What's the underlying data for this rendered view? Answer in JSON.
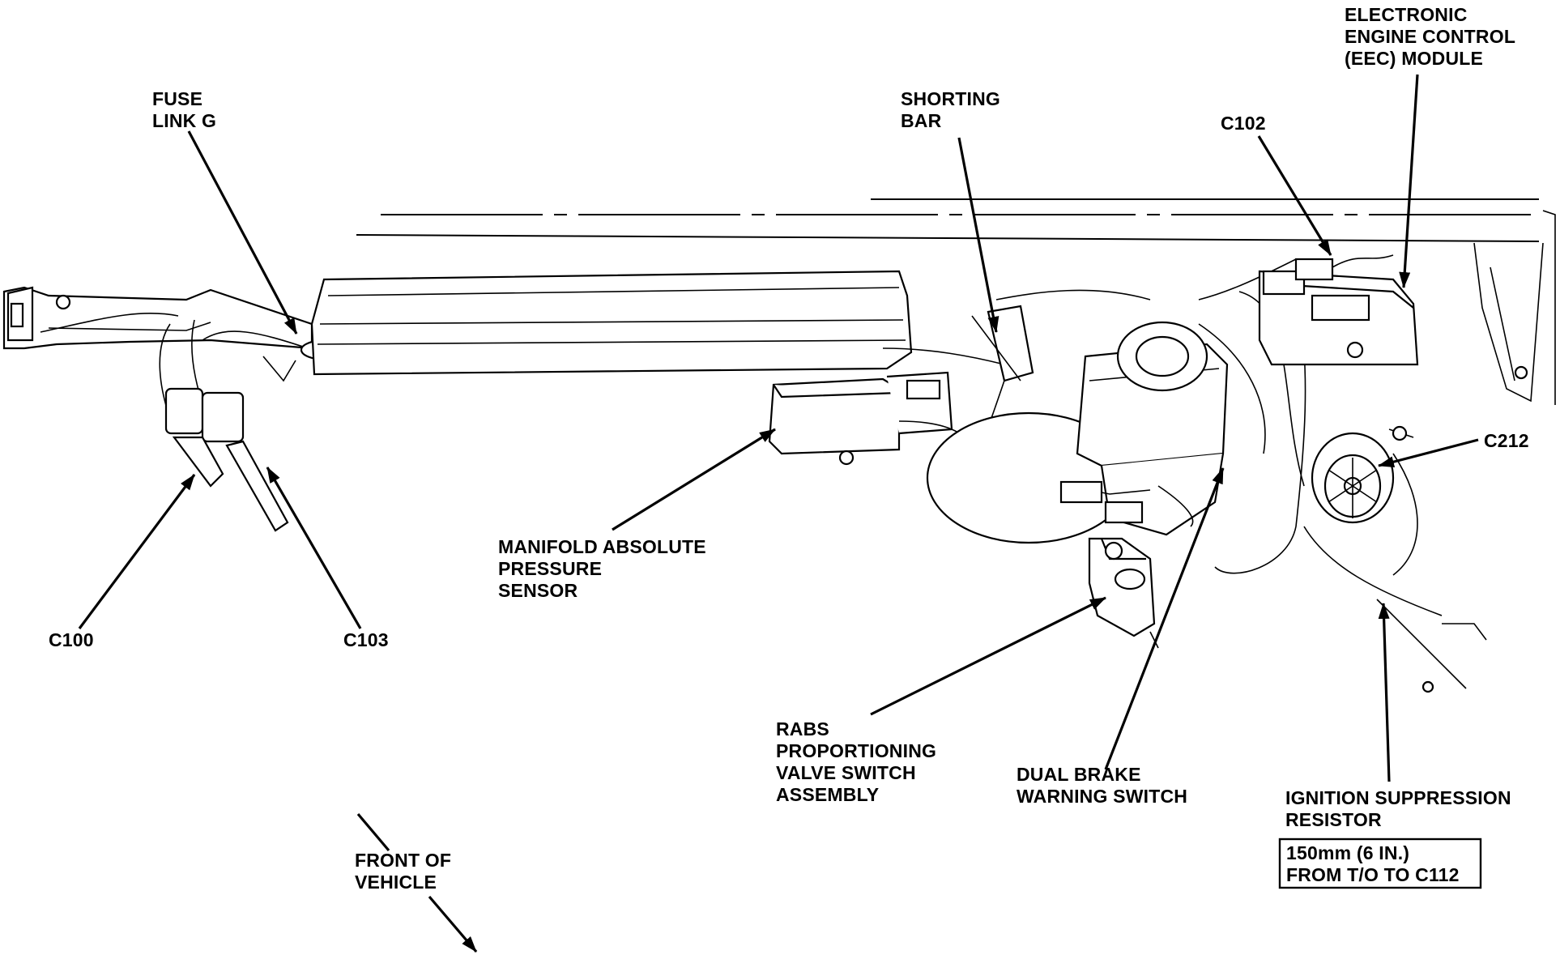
{
  "labels": {
    "eec_module": [
      "ELECTRONIC",
      "ENGINE CONTROL",
      "(EEC) MODULE"
    ],
    "fuse_link": [
      "FUSE",
      "LINK G"
    ],
    "shorting_bar": [
      "SHORTING",
      "BAR"
    ],
    "c102": "C102",
    "c212": "C212",
    "c100": "C100",
    "c103": "C103",
    "map_sensor": [
      "MANIFOLD ABSOLUTE",
      "PRESSURE",
      "SENSOR"
    ],
    "rabs_valve": [
      "RABS",
      "PROPORTIONING",
      "VALVE SWITCH",
      "ASSEMBLY"
    ],
    "dual_brake": [
      "DUAL BRAKE",
      "WARNING SWITCH"
    ],
    "ignition_resistor": [
      "IGNITION SUPPRESSION",
      "RESISTOR"
    ],
    "front_of_vehicle": [
      "FRONT OF",
      "VEHICLE"
    ]
  },
  "note": [
    "150mm (6 IN.)",
    "FROM T/O TO C112"
  ]
}
